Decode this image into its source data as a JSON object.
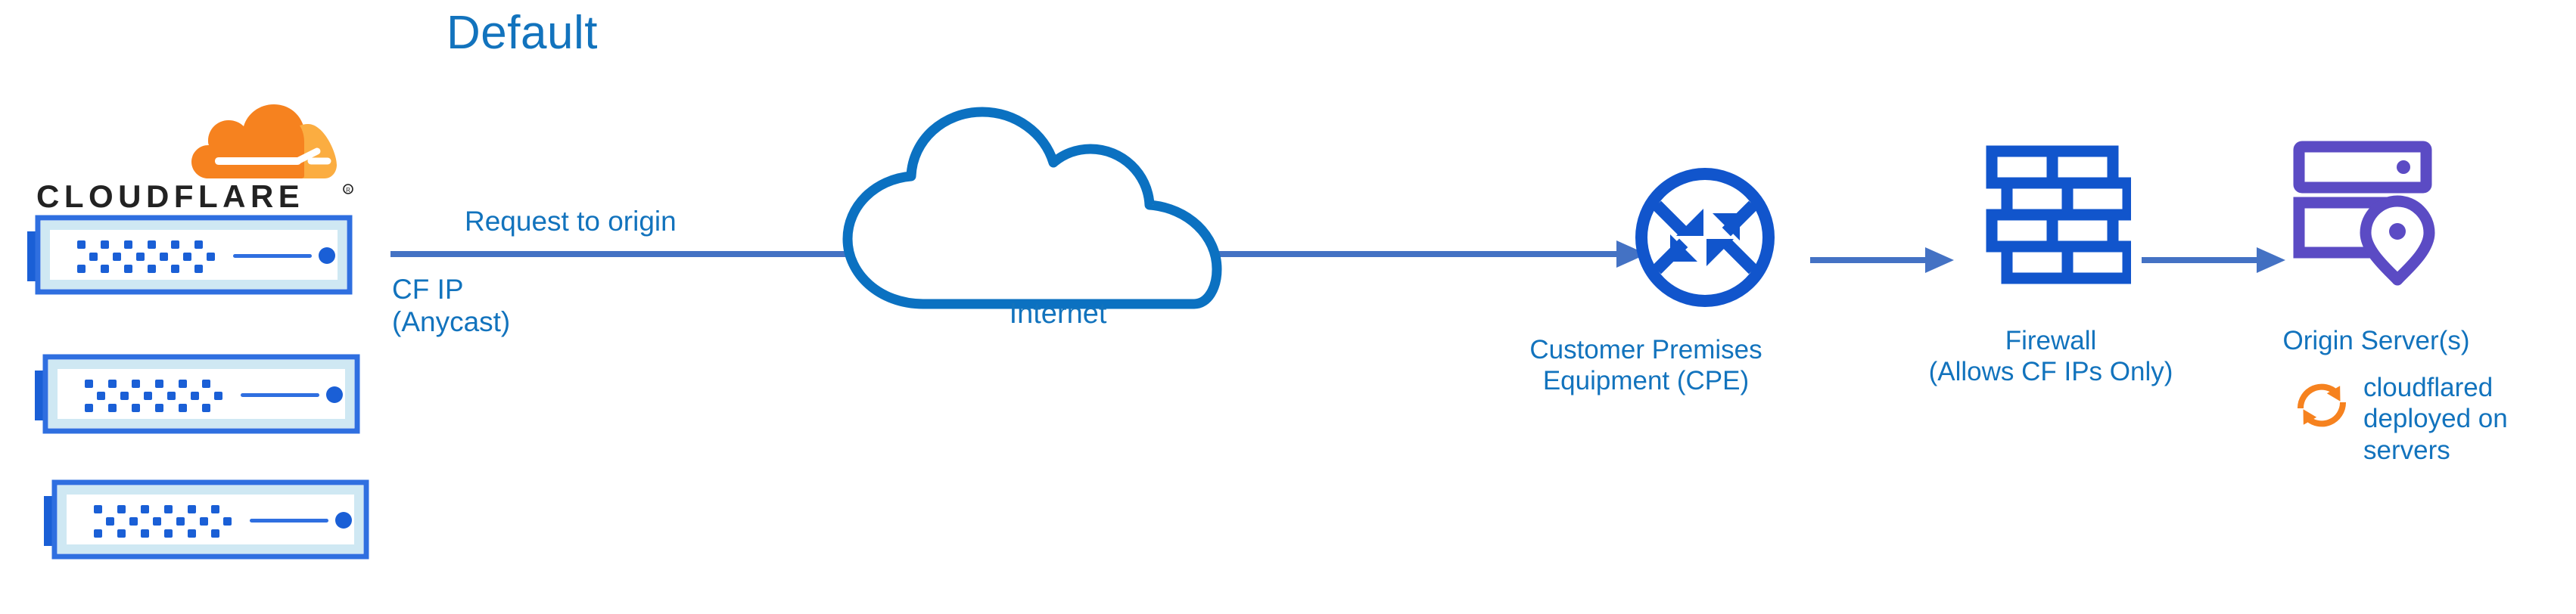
{
  "diagram": {
    "title": "Default",
    "brand": {
      "logo_name": "cloudflare-logo",
      "wordmark": "CLOUDFLARE",
      "registered_mark": "®",
      "cloud_color_primary": "#F6821F",
      "cloud_color_secondary": "#FBAD41",
      "wordmark_color": "#222222"
    },
    "colors": {
      "label_blue": "#1273bd",
      "arrow_blue": "#4472c4",
      "icon_blue": "#1155cc",
      "cloud_outline_blue": "#0b71c1",
      "server_tab_blue": "#1a5fd6",
      "server_border_blue": "#2f6fe0",
      "server_inner_blue": "#cfe8f3",
      "origin_purple": "#5b4bc4",
      "accent_orange": "#F6821F"
    },
    "edge_labels": {
      "request_to_origin": "Request to origin",
      "cf_ip": "CF IP\n(Anycast)"
    },
    "nodes": [
      {
        "id": "cloudflare-edge",
        "icon": "server-rack-stack-icon",
        "label": "",
        "server_count": 3
      },
      {
        "id": "internet",
        "icon": "cloud-icon",
        "label": "Internet"
      },
      {
        "id": "cpe",
        "icon": "router-icon",
        "label": "Customer Premises\nEquipment (CPE)"
      },
      {
        "id": "firewall",
        "icon": "brick-wall-icon",
        "label": "Firewall\n(Allows CF IPs Only)"
      },
      {
        "id": "origin",
        "icon": "origin-server-icon",
        "label": "Origin Server(s)"
      }
    ],
    "annotation": {
      "icon": "sync-arrows-icon",
      "text": "cloudflared\ndeployed on\nservers"
    },
    "arrows": [
      {
        "id": "arrow-main",
        "from": "cloudflare-edge",
        "to": "cpe"
      },
      {
        "id": "arrow-cpe-fw",
        "from": "cpe",
        "to": "firewall"
      },
      {
        "id": "arrow-fw-os",
        "from": "firewall",
        "to": "origin"
      }
    ]
  }
}
